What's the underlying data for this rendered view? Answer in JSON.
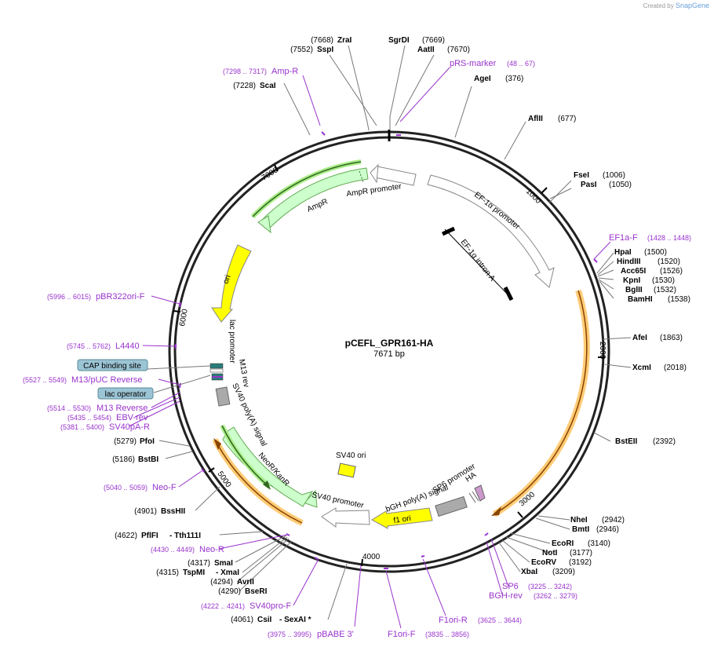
{
  "credit": {
    "prefix": "Created by",
    "brand": "SnapGene"
  },
  "plasmid": {
    "name": "pCEFL_GPR161-HA",
    "length": "7671 bp"
  },
  "colors": {
    "primer": "#9933cc",
    "enzyme": "#000000",
    "promoter": "#ffffff",
    "resistance": "#ccffcc",
    "ori": "#ffff00",
    "feature": "#ffcc77",
    "box": "#9bc4d4"
  },
  "ticks": [
    {
      "label": "1000",
      "bp": 1000
    },
    {
      "label": "2000",
      "bp": 2000
    },
    {
      "label": "3000",
      "bp": 3000
    },
    {
      "label": "4000",
      "bp": 4000
    },
    {
      "label": "5000",
      "bp": 5000
    },
    {
      "label": "6000",
      "bp": 6000
    },
    {
      "label": "7000",
      "bp": 7000
    }
  ],
  "sites": [
    {
      "name": "ZraI",
      "pos": "(7668)"
    },
    {
      "name": "SspI",
      "pos": "(7552)"
    },
    {
      "name": "SgrDI",
      "pos": "(7669)"
    },
    {
      "name": "AatII",
      "pos": "(7670)"
    },
    {
      "name": "ScaI",
      "pos": "(7228)"
    },
    {
      "name": "AgeI",
      "pos": "(376)"
    },
    {
      "name": "AflII",
      "pos": "(677)"
    },
    {
      "name": "FseI",
      "pos": "(1006)"
    },
    {
      "name": "PasI",
      "pos": "(1050)"
    },
    {
      "name": "HpaI",
      "pos": "(1500)"
    },
    {
      "name": "HindIII",
      "pos": "(1520)"
    },
    {
      "name": "Acc65I",
      "pos": "(1526)"
    },
    {
      "name": "KpnI",
      "pos": "(1530)"
    },
    {
      "name": "BglII",
      "pos": "(1532)"
    },
    {
      "name": "BamHI",
      "pos": "(1538)"
    },
    {
      "name": "AfeI",
      "pos": "(1863)"
    },
    {
      "name": "XcmI",
      "pos": "(2018)"
    },
    {
      "name": "BstEII",
      "pos": "(2392)"
    },
    {
      "name": "NheI",
      "pos": "(2942)"
    },
    {
      "name": "BmtI",
      "pos": "(2946)"
    },
    {
      "name": "EcoRI",
      "pos": "(3140)"
    },
    {
      "name": "NotI",
      "pos": "(3177)"
    },
    {
      "name": "EcoRV",
      "pos": "(3192)"
    },
    {
      "name": "XbaI",
      "pos": "(3209)"
    },
    {
      "name": "PfoI",
      "pos": "(5279)"
    },
    {
      "name": "BstBI",
      "pos": "(5186)"
    },
    {
      "name": "BssHII",
      "pos": "(4901)"
    },
    {
      "name": "PflFI",
      "pos": "(4622)",
      "extra": "- Tth111I"
    },
    {
      "name": "SmaI",
      "pos": "(4317)"
    },
    {
      "name": "TspMI",
      "pos": "(4315)",
      "extra": "- XmaI"
    },
    {
      "name": "AvrII",
      "pos": "(4294)"
    },
    {
      "name": "BseRI",
      "pos": "(4290)"
    },
    {
      "name": "CsiI",
      "pos": "(4061)",
      "extra": "- SexAI *"
    }
  ],
  "primers": [
    {
      "name": "Amp-R",
      "pos": "(7298 .. 7317)"
    },
    {
      "name": "pRS-marker",
      "pos": "(48 .. 67)"
    },
    {
      "name": "EF1a-F",
      "pos": "(1428 .. 1448)"
    },
    {
      "name": "pBR322ori-F",
      "pos": "(5996 .. 6015)"
    },
    {
      "name": "L4440",
      "pos": "(5745 .. 5762)"
    },
    {
      "name": "M13/pUC Reverse",
      "pos": "(5527 .. 5549)"
    },
    {
      "name": "M13 Reverse",
      "pos": "(5514 .. 5530)"
    },
    {
      "name": "EBV-rev",
      "pos": "(5435 .. 5454)"
    },
    {
      "name": "SV40pA-R",
      "pos": "(5381 .. 5400)"
    },
    {
      "name": "Neo-F",
      "pos": "(5040 .. 5059)"
    },
    {
      "name": "Neo-R",
      "pos": "(4430 .. 4449)"
    },
    {
      "name": "SV40pro-F",
      "pos": "(4222 .. 4241)"
    },
    {
      "name": "pBABE 3'",
      "pos": "(3975 .. 3995)"
    },
    {
      "name": "F1ori-F",
      "pos": "(3835 .. 3856)"
    },
    {
      "name": "F1ori-R",
      "pos": "(3625 .. 3644)"
    },
    {
      "name": "SP6",
      "pos": "(3225 .. 3242)"
    },
    {
      "name": "BGH-rev",
      "pos": "(3262 .. 3279)"
    }
  ],
  "boxes": [
    {
      "name": "CAP binding site"
    },
    {
      "name": "lac operator"
    }
  ],
  "features": [
    {
      "name": "AmpR promoter"
    },
    {
      "name": "AmpR"
    },
    {
      "name": "EF-1α promoter"
    },
    {
      "name": "EF-1α intron A"
    },
    {
      "name": "ori"
    },
    {
      "name": "lac promoter"
    },
    {
      "name": "M13 rev"
    },
    {
      "name": "SV40 poly(A) signal"
    },
    {
      "name": "NeoR/KanR"
    },
    {
      "name": "SV40 ori"
    },
    {
      "name": "SV40 promoter"
    },
    {
      "name": "f1 ori"
    },
    {
      "name": "bGH poly(A) signal"
    },
    {
      "name": "SP6 promoter"
    },
    {
      "name": "HA"
    }
  ]
}
